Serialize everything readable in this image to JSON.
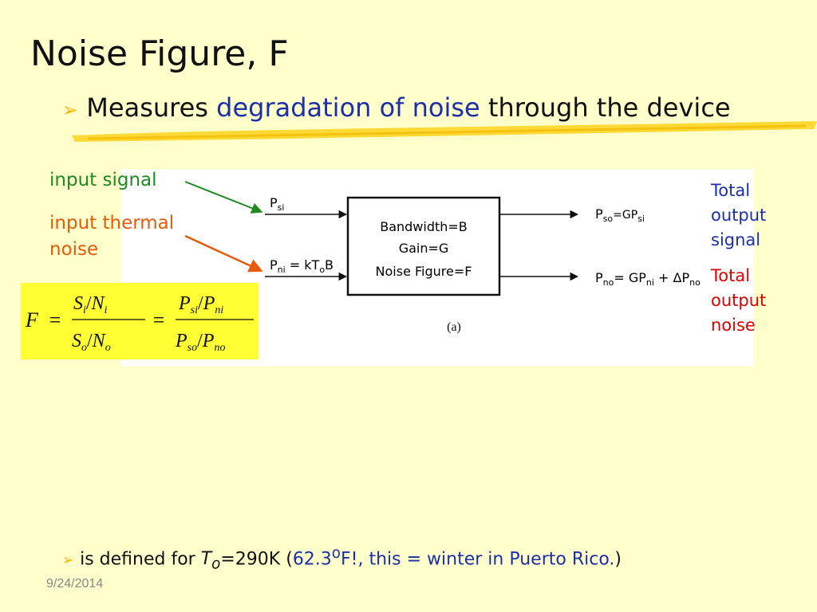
{
  "slide": {
    "title": "Noise Figure, F",
    "bullet1": {
      "text1": "Measures ",
      "highlight": "degradation of noise",
      "text2": " through the device"
    },
    "bullet2": {
      "text1": "is defined for ",
      "t": "T",
      "o": "o",
      "text2": "=290K (",
      "highlight1": "62.3",
      "sup": "o",
      "highlight2": "F!, this = winter in Puerto Rico.",
      "text3": ")"
    },
    "date": "9/24/2014"
  },
  "labels": {
    "input_signal": "input signal",
    "input_thermal_noise_line1": "input thermal",
    "input_thermal_noise_line2": "noise",
    "total_output_signal": [
      "Total",
      "output",
      "signal"
    ],
    "total_output_noise": [
      "Total",
      "output",
      "noise"
    ]
  },
  "diagram": {
    "box_lines": [
      "Bandwidth=B",
      "Gain=G",
      "Noise Figure=F"
    ],
    "psi": "P",
    "psi_sub": "si",
    "pni": "P",
    "pni_sub": "ni",
    "pni_eq": " = kT",
    "pni_eq_sub": "o",
    "pni_eq_end": "B",
    "pso": "P",
    "pso_sub": "so",
    "pso_eq": "=GP",
    "pso_eq_sub": "si",
    "pno": "P",
    "pno_sub": "no",
    "pno_eq": "= GP",
    "pno_eq_sub": "ni",
    "pno_plus": " + ΔP",
    "pno_plus_sub": "no",
    "caption": "(a)"
  },
  "formula": {
    "F": "F",
    "eq": "=",
    "S": "S",
    "i": "i",
    "N": "N",
    "o": "o",
    "P": "P",
    "si": "si",
    "ni": "ni",
    "so": "so",
    "no": "no",
    "slash": "/"
  },
  "colors": {
    "background": "#ffffcc",
    "formula_bg": "#ffff33",
    "accent_blue": "#1c2fa8",
    "green": "#1f8a1f",
    "orange": "#e85a0a",
    "red": "#e00000"
  }
}
